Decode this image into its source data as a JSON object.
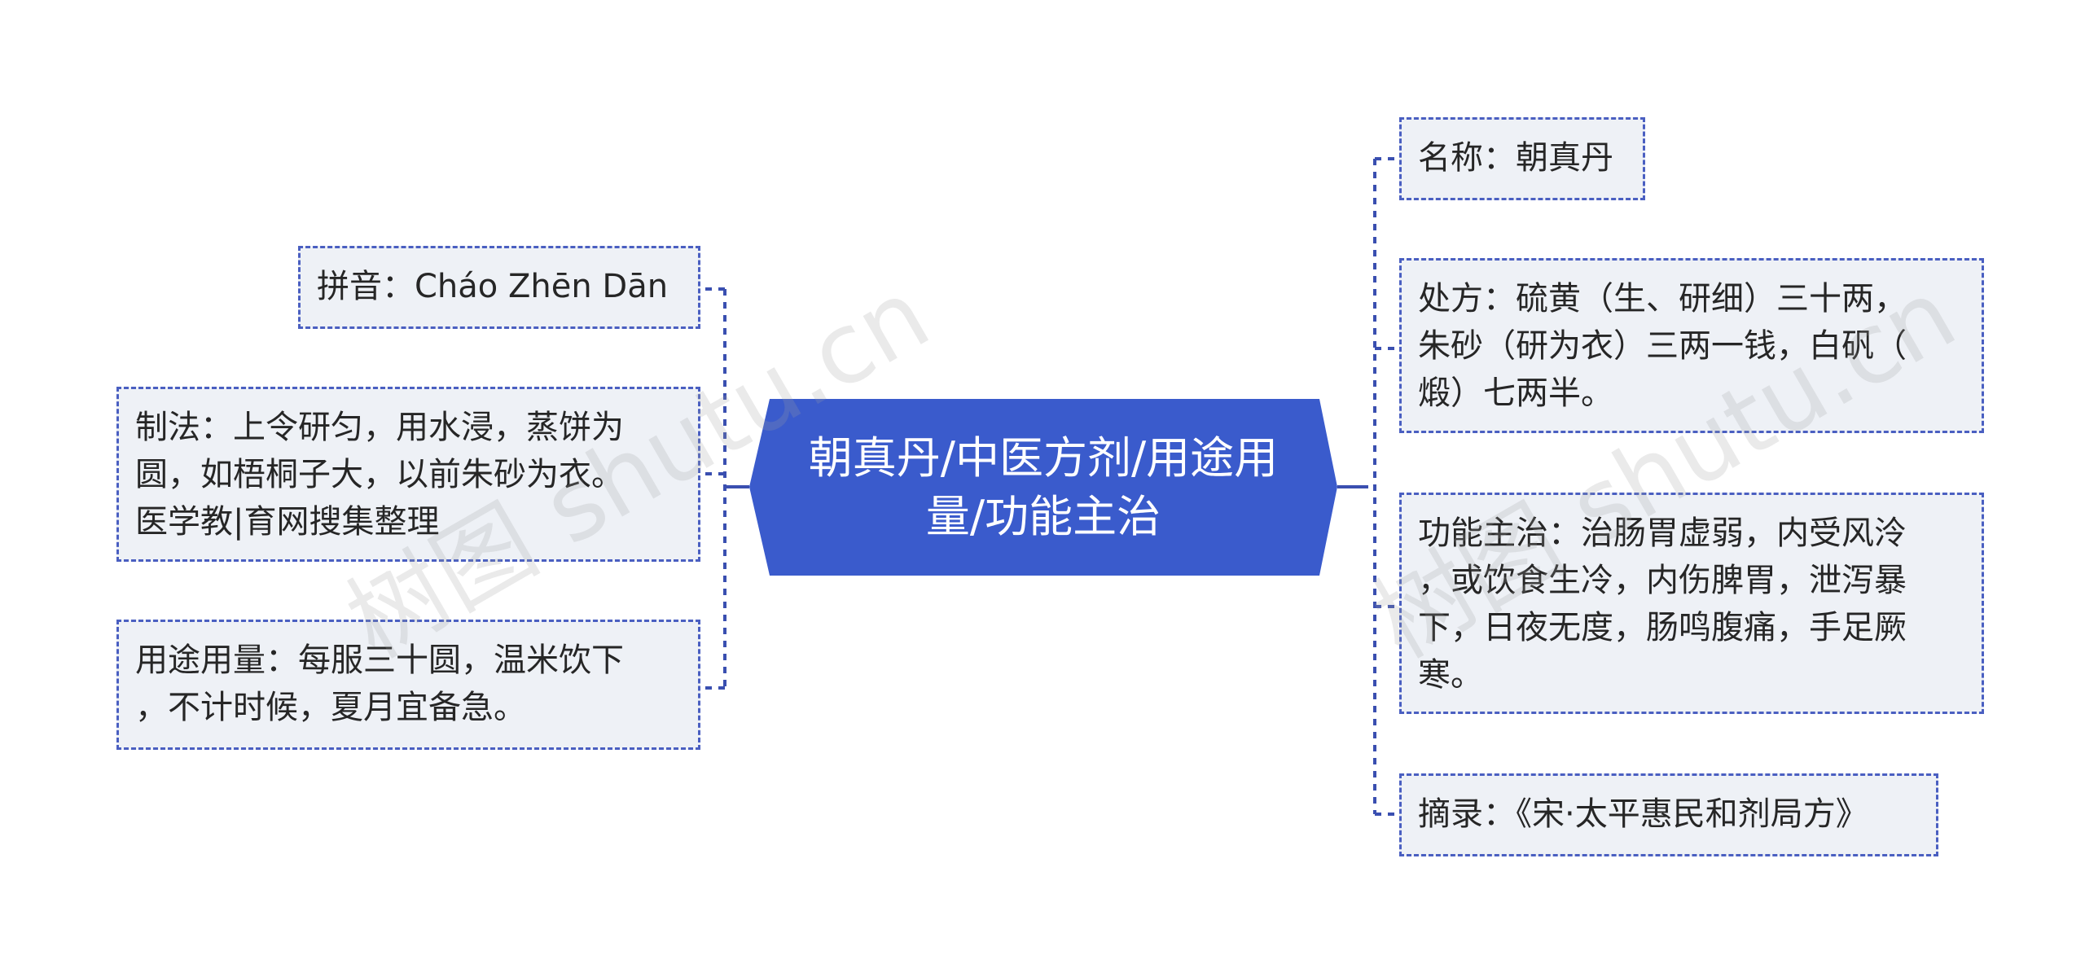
{
  "center": {
    "lines": [
      "朝真丹/中医方剂/用途用",
      "量/功能主治"
    ]
  },
  "left": [
    {
      "lines": [
        "拼音：Cháo Zhēn Dān"
      ]
    },
    {
      "lines": [
        "制法：上令研匀，用水浸，蒸饼为",
        "圆，如梧桐子大，以前朱砂为衣。",
        "医学教|育网搜集整理"
      ]
    },
    {
      "lines": [
        "用途用量：每服三十圆，温米饮下",
        "，不计时候，夏月宜备急。"
      ]
    }
  ],
  "right": [
    {
      "lines": [
        "名称：朝真丹"
      ]
    },
    {
      "lines": [
        "处方：硫黄（生、研细）三十两，",
        "朱砂（研为衣）三两一钱，白矾（",
        "煅）七两半。"
      ]
    },
    {
      "lines": [
        "功能主治：治肠胃虚弱，内受风泠",
        "，或饮食生冷，内伤脾胃，泄泻暴",
        "下，日夜无度，肠鸣腹痛，手足厥",
        "寒。"
      ]
    },
    {
      "lines": [
        "摘录：《宋·太平惠民和剂局方》"
      ]
    }
  ],
  "watermark": [
    "树图 shutu.cn",
    "树图 shutu.cn"
  ],
  "colors": {
    "center_fill": "#3a5bcc",
    "connector": "#3a4fb0",
    "leaf_fill": "#eef1f6",
    "leaf_border": "#4a5fc1"
  }
}
